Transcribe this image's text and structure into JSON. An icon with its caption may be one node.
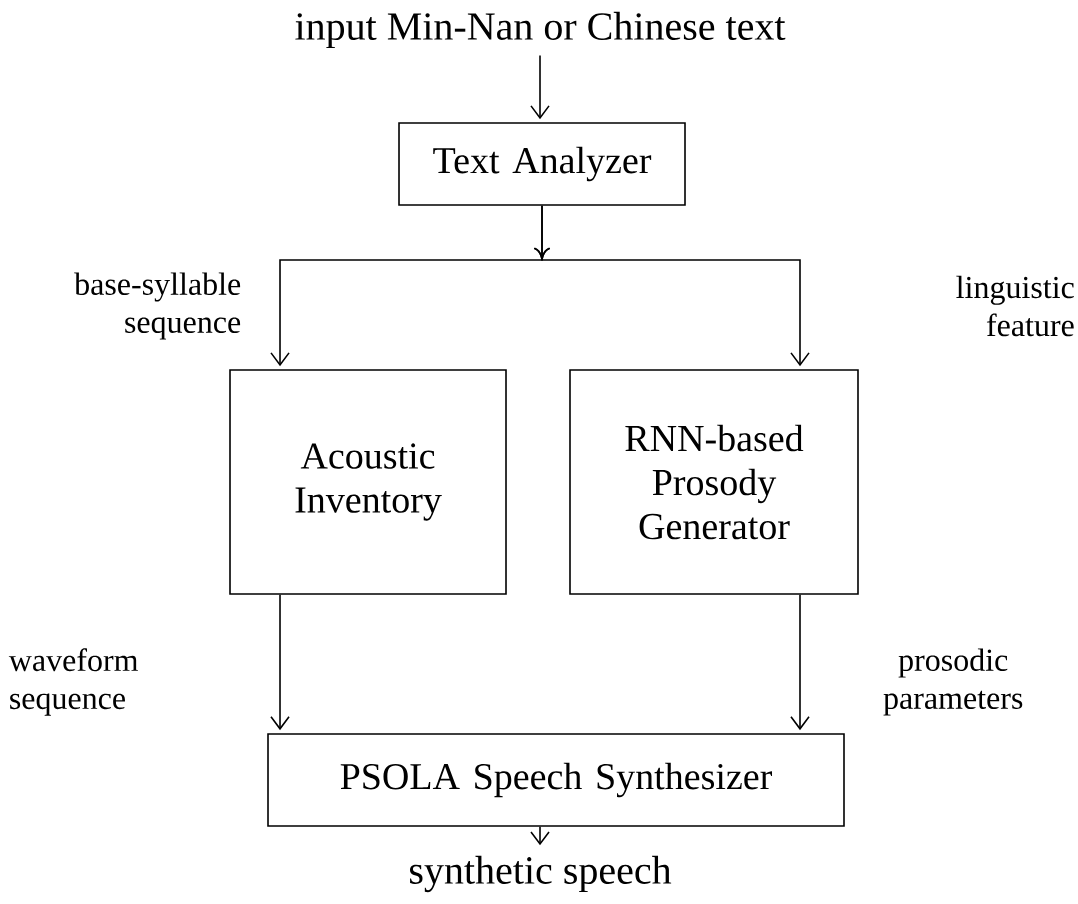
{
  "diagram": {
    "nodes": [
      {
        "text": [
          "input Min-Nan or Chinese text"
        ]
      },
      {
        "text": [
          "Text Analyzer"
        ]
      },
      {
        "text": [
          "Acoustic Inventory"
        ]
      },
      {
        "text": [
          "RNN-based Prosody Generator"
        ]
      },
      {
        "text": [
          "PSOLA Speech Synthesizer"
        ]
      },
      {
        "text": [
          "synthetic speech"
        ]
      }
    ],
    "edges": [
      {
        "from": 0,
        "to": 1,
        "arrow": "to"
      },
      {
        "from": 1,
        "to": 2,
        "arrow": "to",
        "label": "base-syllable sequence"
      },
      {
        "from": 1,
        "to": 3,
        "arrow": "to",
        "label": "linguistic feature"
      },
      {
        "from": 2,
        "to": 4,
        "arrow": "to",
        "label": "waveform sequence"
      },
      {
        "from": 3,
        "to": 4,
        "arrow": "to",
        "label": "prosodic parameters"
      },
      {
        "from": 4,
        "to": 5,
        "arrow": "to"
      }
    ]
  }
}
